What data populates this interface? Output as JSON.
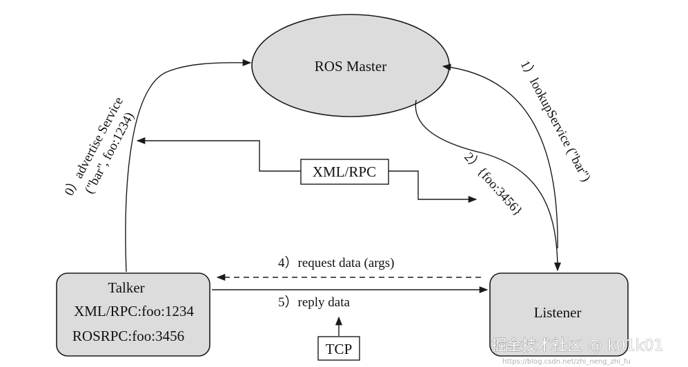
{
  "nodes": {
    "master": {
      "label": "ROS Master"
    },
    "talker": {
      "title": "Talker",
      "line1": "XML/RPC:foo:1234",
      "line2": "ROSRPC:foo:3456"
    },
    "listener": {
      "label": "Listener"
    }
  },
  "labels": {
    "xmlrpc": "XML/RPC",
    "tcp": "TCP",
    "step0_line1": "0）advertise Service",
    "step0_line2": "(\"bar\", foo:1234)",
    "step1_line1": "1）lookupService (\"bar\")",
    "step2_line1": "2）{foo:3456}",
    "step4": "4）request data (args)",
    "step5": "5）reply data"
  },
  "watermark": {
    "main": "掘金技术社区 @ k01k01",
    "url": "https://blog.csdn.net/zhi_neng_zhi_fu"
  }
}
